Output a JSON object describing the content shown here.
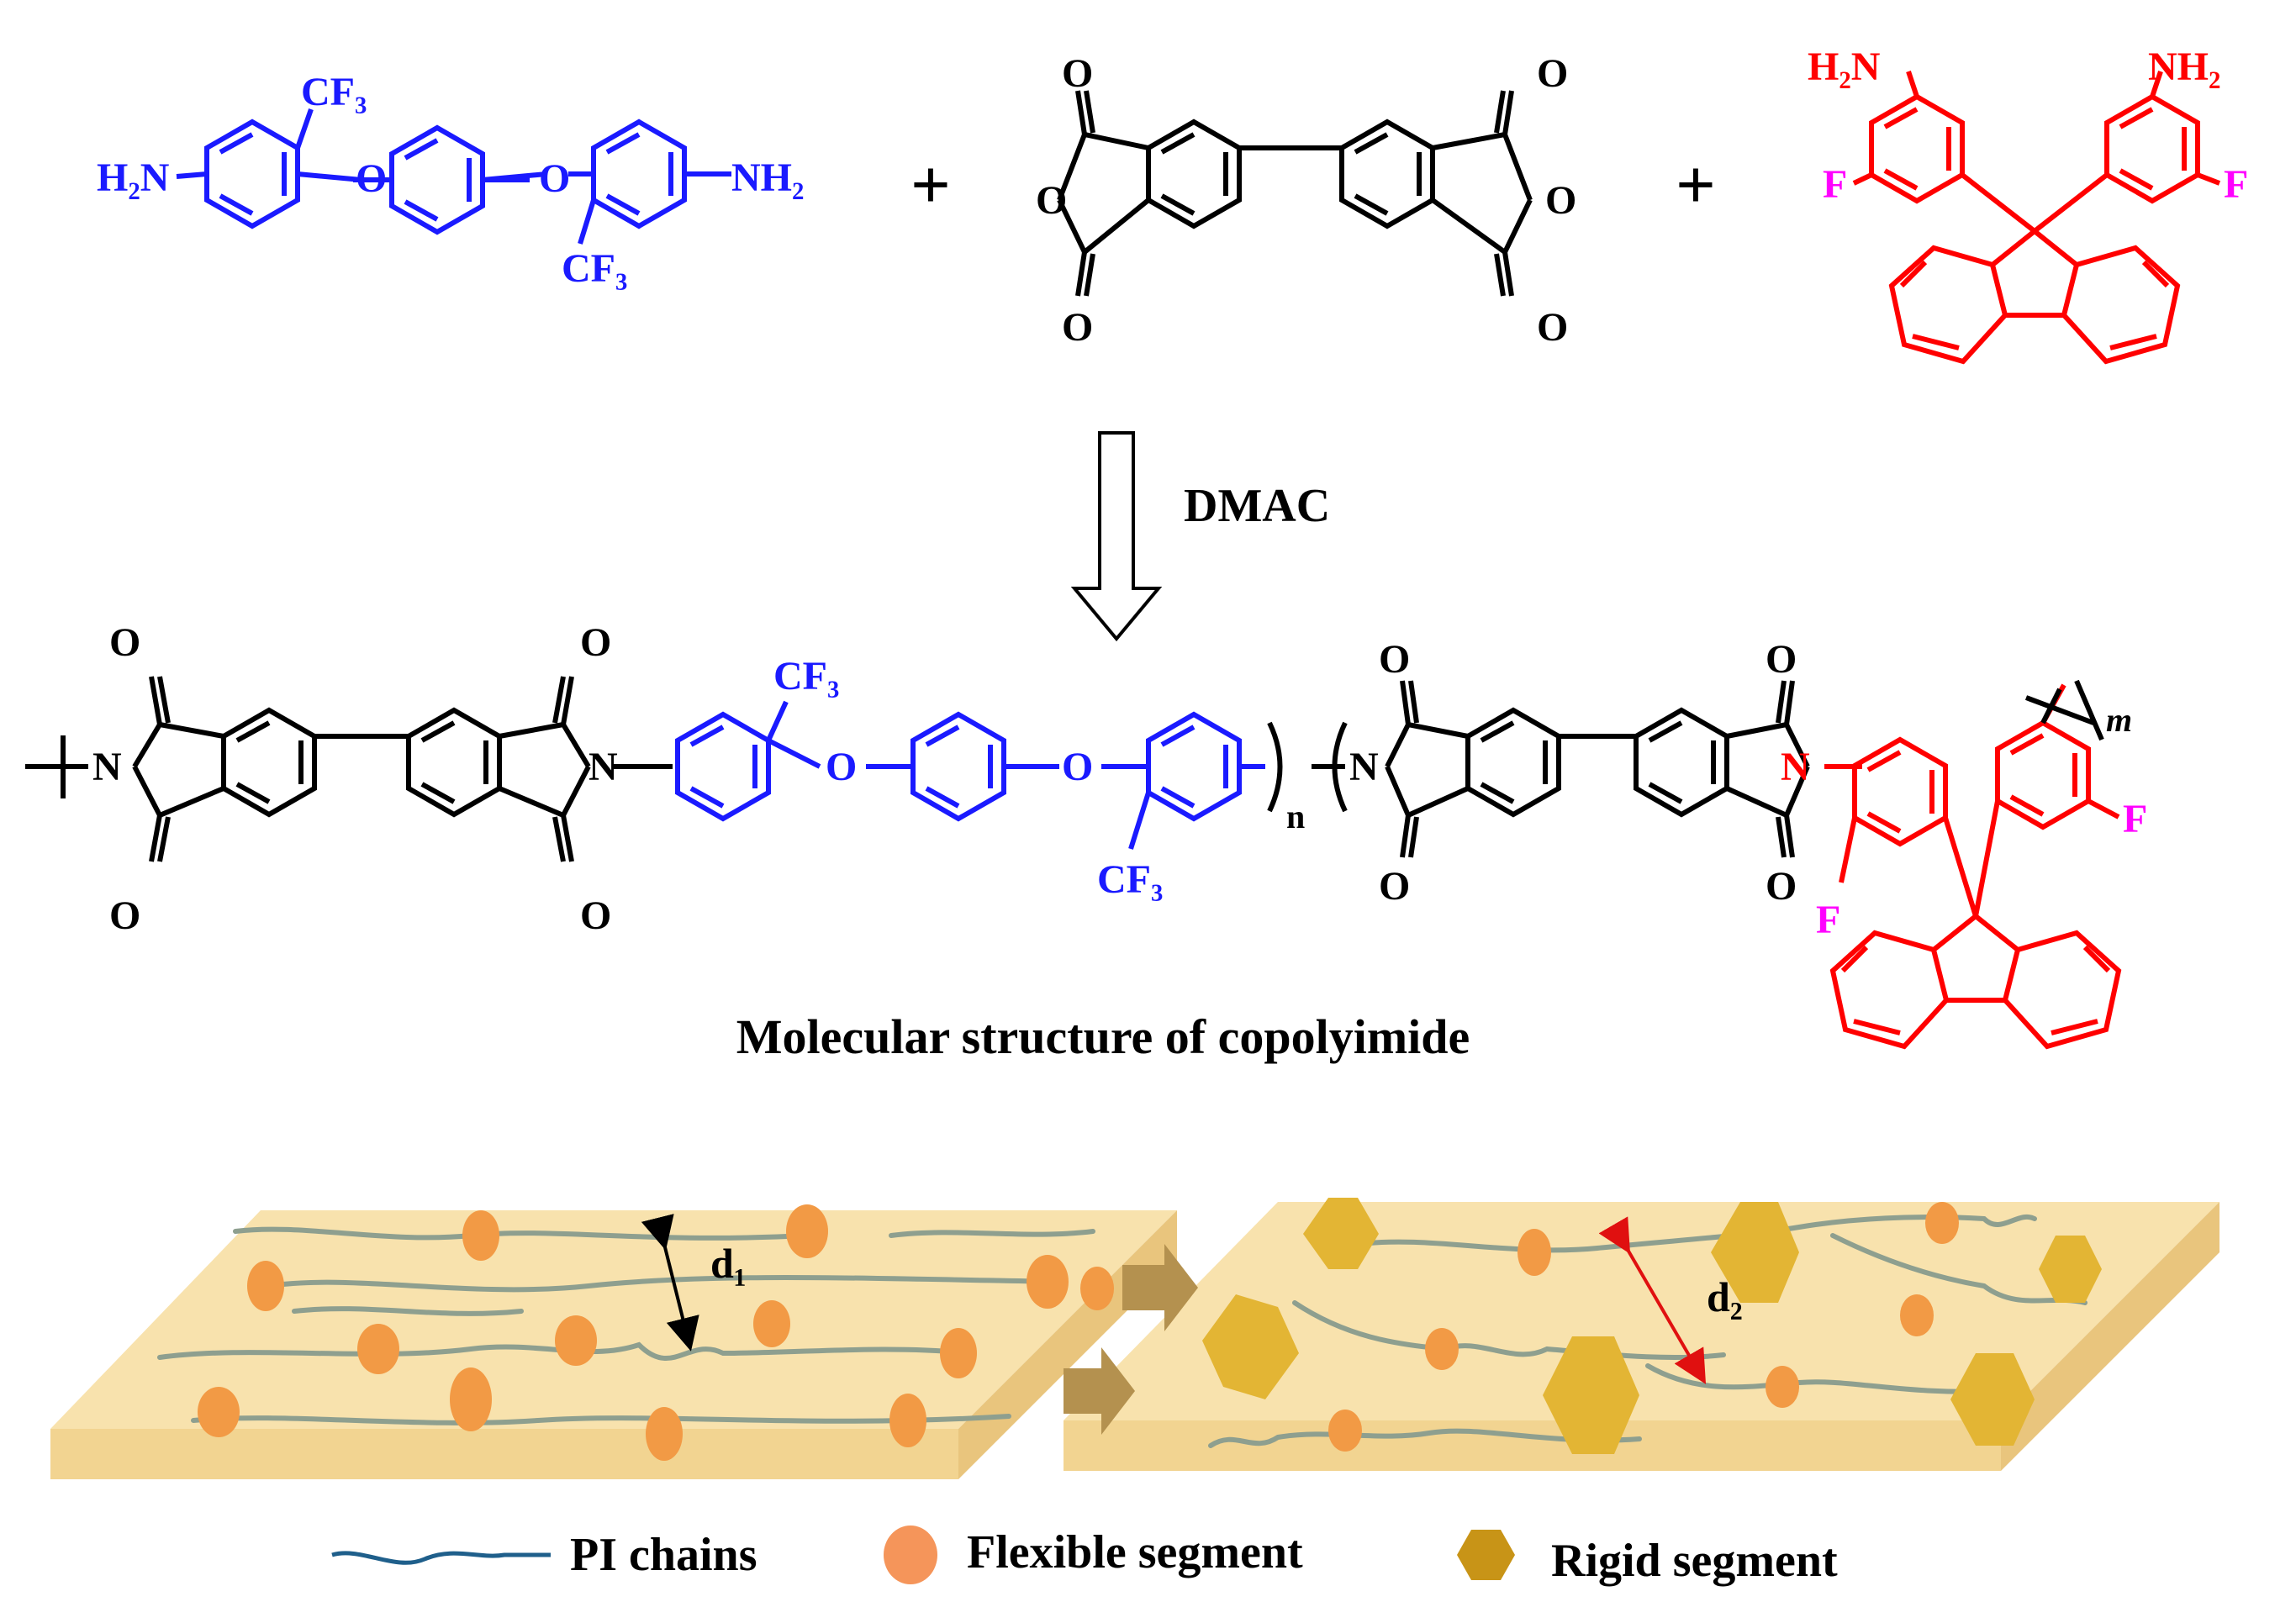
{
  "reaction": {
    "plus": "+",
    "solvent": "DMAC",
    "caption": "Molecular structure of copolyimide"
  },
  "monomer1": {
    "h2n": "H₂N",
    "nh2": "NH₂",
    "cf3": "CF₃",
    "o": "O",
    "color": "#1a1aff"
  },
  "dianhydride": {
    "o": "O",
    "color": "#000000"
  },
  "monomer3": {
    "h2n": "H₂N",
    "nh2": "NH₂",
    "f": "F",
    "color": "#ff0000",
    "f_color": "#ff00ff"
  },
  "polymer": {
    "n": "N",
    "o": "O",
    "cf3": "CF₃",
    "f": "F",
    "sub_n": "n",
    "sub_m": "m"
  },
  "schematic": {
    "d1": "d₁",
    "d2": "d₂",
    "slab_color": "#f8e2ad",
    "chain_color": "#8e9f8f",
    "flexible_color": "#f29a45",
    "rigid_color": "#e3b534",
    "arrow_color": "#b4914f",
    "d2_arrow_color": "#e01010"
  },
  "legend": {
    "chains": "PI chains",
    "flexible": "Flexible segment",
    "rigid": "Rigid segment",
    "chain_color": "#1f5f8b",
    "flexible_color": "#f5955a",
    "rigid_color": "#c89417"
  }
}
